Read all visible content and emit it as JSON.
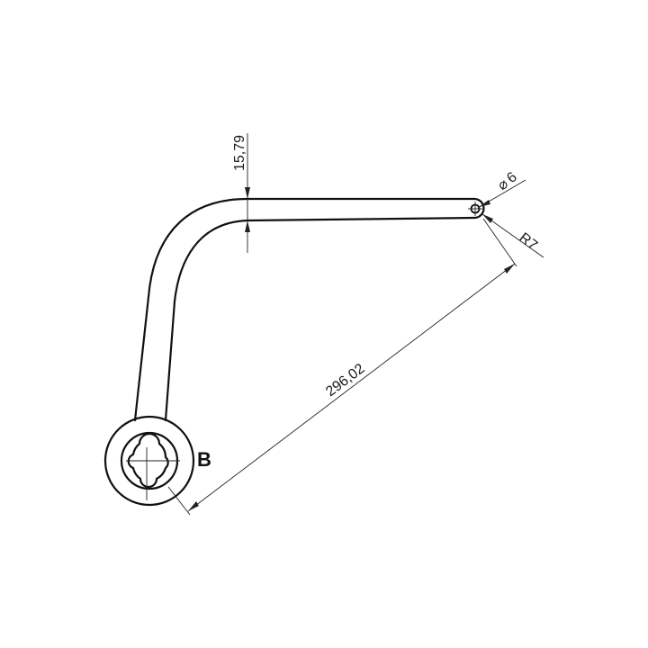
{
  "drawing": {
    "dimensions": {
      "thickness": "15,79",
      "hole_diameter_symbol": "⌀",
      "hole_diameter": "6",
      "tip_radius": "R7",
      "overall_length": "296,02"
    },
    "detail_label": "B"
  }
}
